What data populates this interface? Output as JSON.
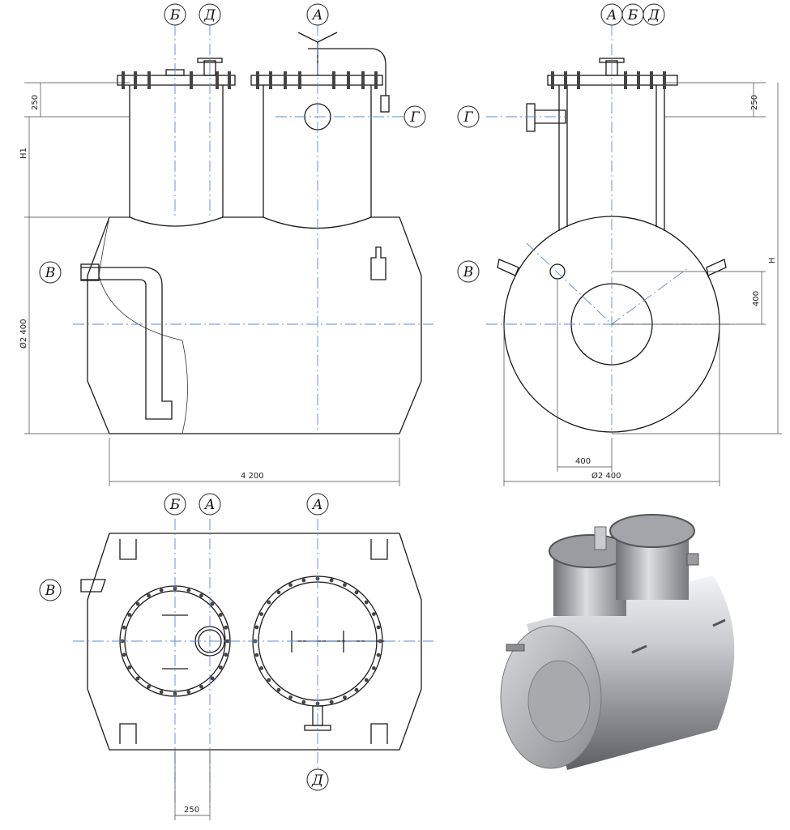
{
  "labels": {
    "A": "А",
    "B": "Б",
    "D": "Д",
    "V": "В",
    "G": "Г"
  },
  "dimensions": {
    "d250": "250",
    "h1": "H1",
    "h": "H",
    "phi2400": "Ø2 400",
    "len4200": "4 200",
    "d400": "400"
  },
  "colors": {
    "line": "#1a1a1a",
    "axis": "#5a8ccf",
    "metal_light": "#e6e7ea",
    "metal_dark": "#7a7c82"
  }
}
